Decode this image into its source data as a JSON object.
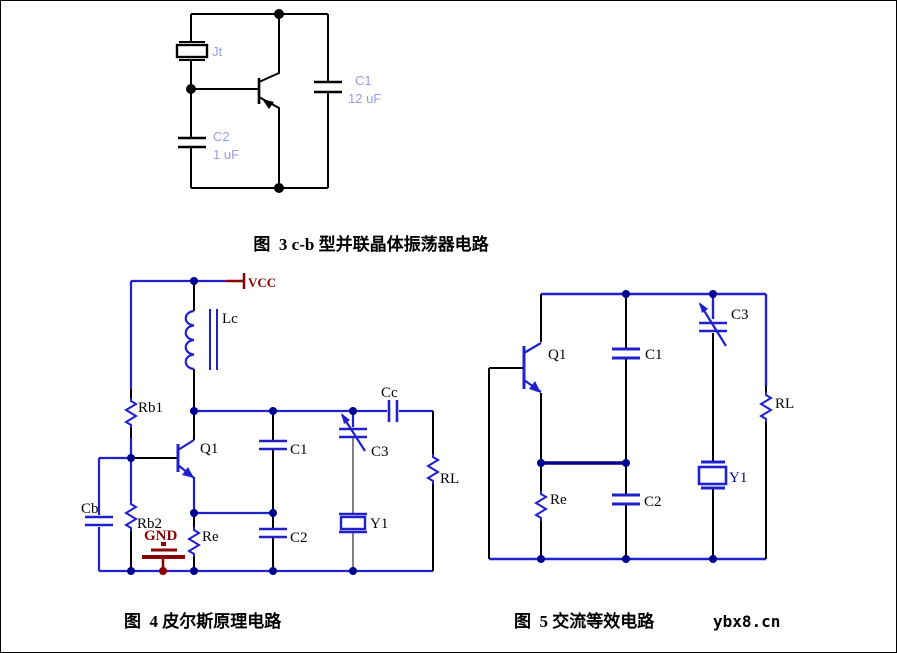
{
  "watermark": "ybx8.cn",
  "colors": {
    "wire_blue": "#2020cc",
    "wire_black": "#000000",
    "wire_gray": "#808080",
    "junction_navy": "#000090",
    "power_dark_red": "#8b0000",
    "fig3_label_periwinkle": "#9a9ae8"
  },
  "figure3": {
    "caption": "图  3 c-b 型并联晶体振荡器电路",
    "labels": {
      "crystal": "Jt",
      "cap1": "C1",
      "cap1_value": "12 uF",
      "cap2": "C2",
      "cap2_value": "1 uF"
    }
  },
  "figure4": {
    "caption": "图  4 皮尔斯原理电路",
    "labels": {
      "vcc": "VCC",
      "gnd": "GND",
      "inductor": "Lc",
      "rb1": "Rb1",
      "rb2": "Rb2",
      "cb": "Cb",
      "q1": "Q1",
      "c1": "C1",
      "c2": "C2",
      "c3": "C3",
      "y1": "Y1",
      "re": "Re",
      "cc": "Cc",
      "rl": "RL"
    }
  },
  "figure5": {
    "caption": "图  5 交流等效电路",
    "labels": {
      "q1": "Q1",
      "c1": "C1",
      "c2": "C2",
      "c3": "C3",
      "y1": "Y1",
      "re": "Re",
      "rl": "RL"
    }
  }
}
